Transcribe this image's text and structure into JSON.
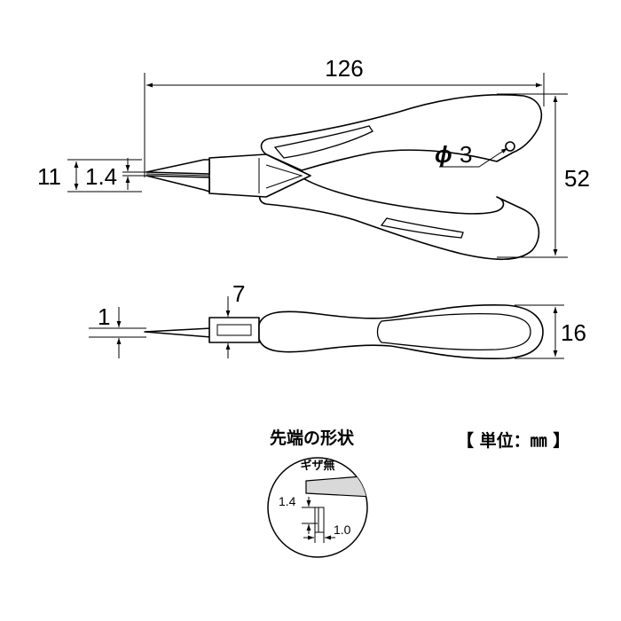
{
  "title": "",
  "top_view": {
    "length": "126",
    "height": "52",
    "tip_outer": "11",
    "tip_inner": "1.4",
    "hole_symbol": "ϕ",
    "hole_value": "3"
  },
  "side_view": {
    "tip_thickness": "1",
    "joint_width": "7",
    "handle_thickness": "16"
  },
  "tip_detail": {
    "heading": "先端の形状",
    "serration_label": "ギザ無",
    "dim_height": "1.4",
    "dim_width": "1.0"
  },
  "unit_label": "【 単位：㎜ 】"
}
